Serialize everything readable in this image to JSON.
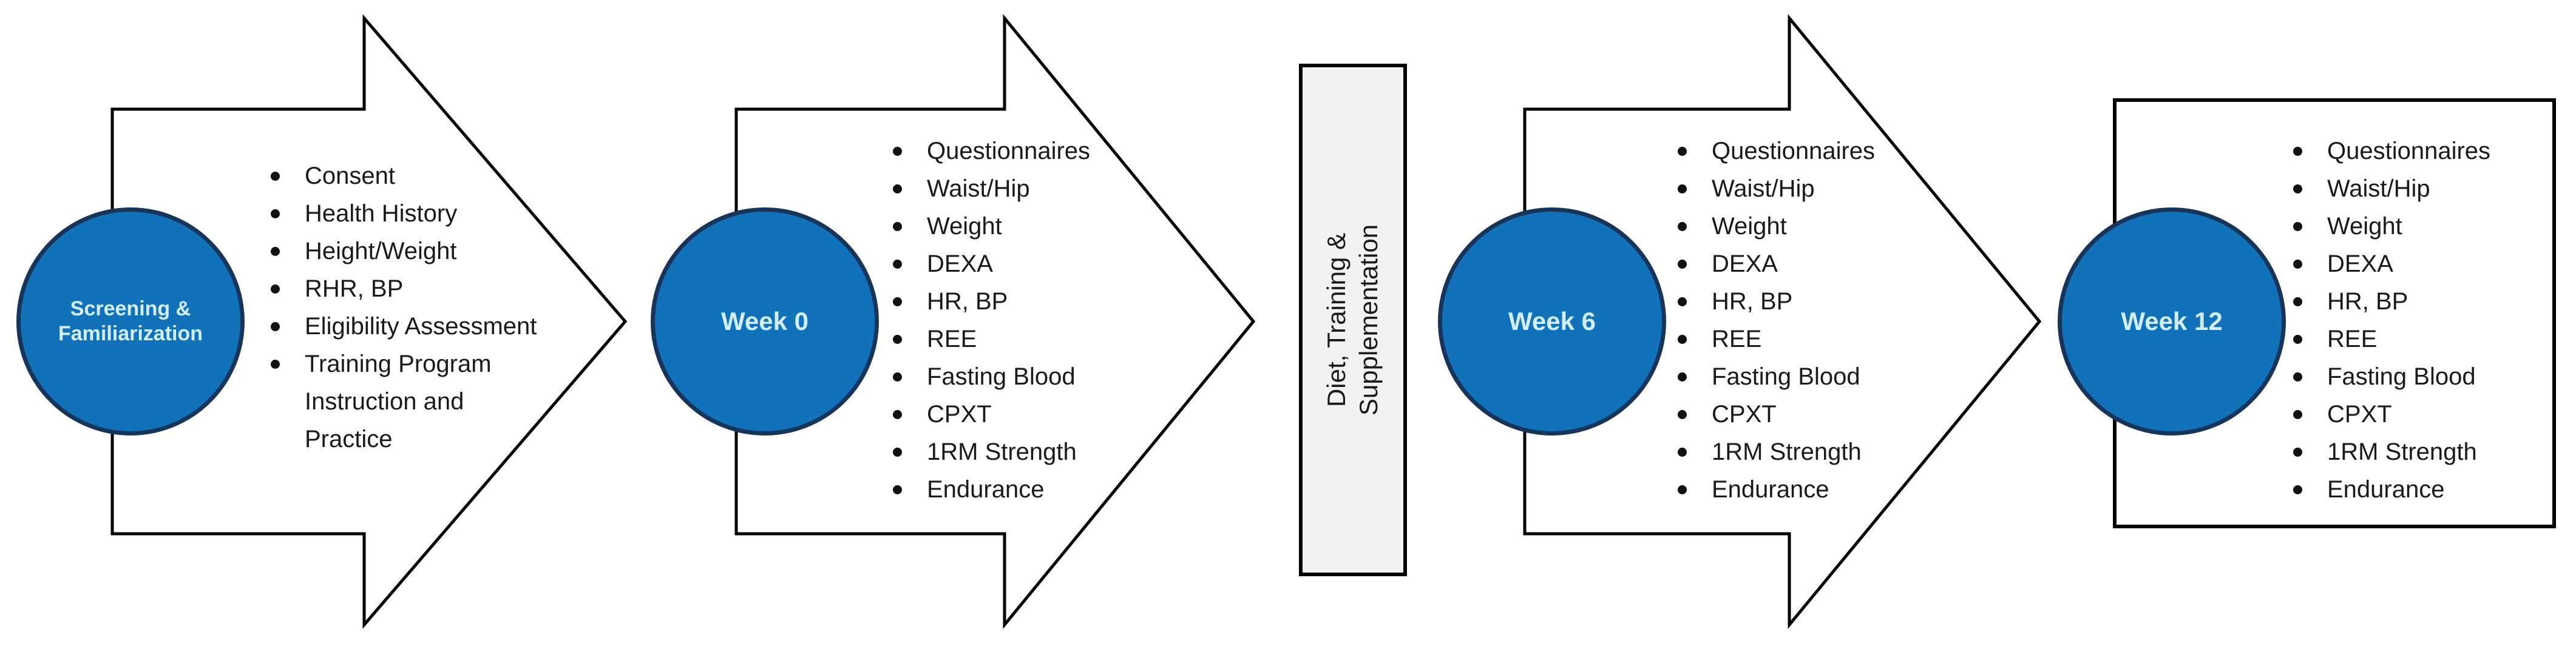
{
  "colors": {
    "circle_fill": "#1272B9",
    "circle_stroke": "#17355B",
    "circle_text": "#D2EEFB",
    "outline": "#000000",
    "bar_fill": "#F2F2F2",
    "text": "#1A1A1A"
  },
  "diagram": {
    "stages": [
      {
        "label": "Screening & Familiarization",
        "shape": "arrow",
        "items": [
          "Consent",
          "Health History",
          "Height/Weight",
          "RHR, BP",
          "Eligibility Assessment",
          "Training Program Instruction and Practice"
        ]
      },
      {
        "label": "Week 0",
        "shape": "arrow",
        "items": [
          "Questionnaires",
          "Waist/Hip",
          "Weight",
          "DEXA",
          "HR, BP",
          "REE",
          "Fasting Blood",
          "CPXT",
          "1RM Strength",
          "Endurance"
        ]
      },
      {
        "label": "Week 6",
        "shape": "arrow",
        "items": [
          "Questionnaires",
          "Waist/Hip",
          "Weight",
          "DEXA",
          "HR, BP",
          "REE",
          "Fasting Blood",
          "CPXT",
          "1RM Strength",
          "Endurance"
        ]
      },
      {
        "label": "Week 12",
        "shape": "rect",
        "items": [
          "Questionnaires",
          "Waist/Hip",
          "Weight",
          "DEXA",
          "HR, BP",
          "REE",
          "Fasting Blood",
          "CPXT",
          "1RM Strength",
          "Endurance"
        ]
      }
    ],
    "intervention_bar": {
      "label": "Diet, Training &\nSupplementation"
    }
  }
}
